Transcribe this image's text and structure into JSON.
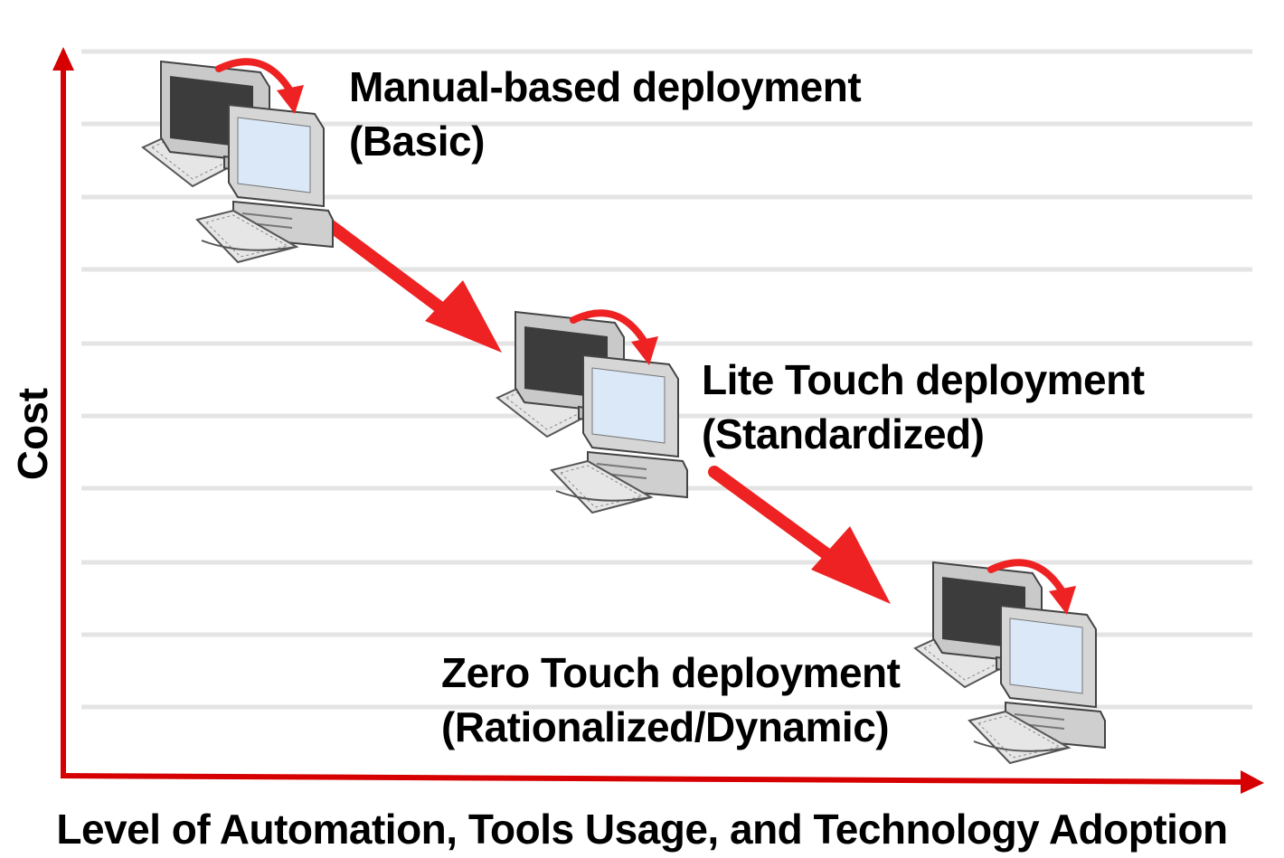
{
  "axes": {
    "x_label": "Level of Automation, Tools Usage, and Technology Adoption",
    "y_label": "Cost",
    "color": "#d60000"
  },
  "stages": [
    {
      "title": "Manual-based deployment",
      "subtitle": "(Basic)"
    },
    {
      "title": "Lite Touch deployment",
      "subtitle": "(Standardized)"
    },
    {
      "title": "Zero Touch deployment",
      "subtitle": "(Rationalized/Dynamic)"
    }
  ],
  "colors": {
    "arrow": "#ee2222",
    "gridline": "#e4e4e4",
    "computer_body": "#d6d6d6",
    "screen_dark": "#3c3c3c",
    "screen_light": "#dbe8f7"
  },
  "icons": [
    "computer-pair-icon",
    "curved-arrow-icon",
    "down-right-arrow-icon"
  ]
}
